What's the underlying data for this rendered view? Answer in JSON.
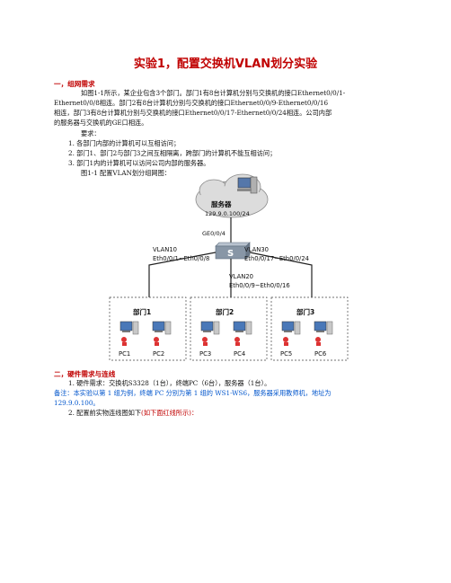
{
  "document": {
    "title": "实验1，配置交换机VLAN划分实验",
    "section1": {
      "heading": "一，组网需求",
      "intro_line1": "如图1-1所示，某企业包含3个部门。部门1有8台计算机分别与交换机的接口Ethernet0/0/1-",
      "intro_line2": "Ethernet0/0/8相连。部门2有8台计算机分别与交换机的接口Ethernet0/0/9-Ethernet0/0/16",
      "intro_line3": "相连，部门3有8台计算机分别与交换机的接口Ethernet0/0/17-Ethernet0/0/24相连。公司内部",
      "intro_line4": "的服务器与交换机的GE口相连。",
      "req_label": "要求：",
      "req1": "1. 各部门内部的计算机可以互相访问；",
      "req2": "2. 部门1、部门2与部门3之间互相隔离，跨部门的计算机不能互相访问；",
      "req3": "3. 部门1内的计算机可以访问公司内部的服务器。",
      "fig_caption": "图1-1 配置VLAN划分组网图："
    },
    "section2": {
      "heading": "二，硬件需求与连线",
      "hw1": "1. 硬件需求：交换机S3328（1台），终端PC（6台），服务器（1台）。",
      "note_line1": "备注：本实验以第 1 组为例，终端 PC 分别为第 1 组的 WS1-WS6，服务器采用教师机，地址为",
      "note_line2": "129.9.0.100。",
      "hw2_prefix": "2. 配置前实物连线图如下",
      "hw2_red": "(如下面红线所示)："
    }
  },
  "diagram": {
    "server_label": "服务器",
    "server_ip": "129.9.0.100/24",
    "uplink_port": "GE0/0/4",
    "vlan10_name": "VLAN10",
    "vlan10_ports": "Eth0/0/1~Eth0/0/8",
    "vlan30_name": "VLAN30",
    "vlan30_ports": "Eth0/0/17~Eth0/0/24",
    "vlan20_name": "VLAN20",
    "vlan20_ports": "Eth0/0/9~Eth0/0/16",
    "dept1": "部门1",
    "dept2": "部门2",
    "dept3": "部门3",
    "pc1": "PC1",
    "pc2": "PC2",
    "pc3": "PC3",
    "pc4": "PC4",
    "pc5": "PC5",
    "pc6": "PC6"
  }
}
